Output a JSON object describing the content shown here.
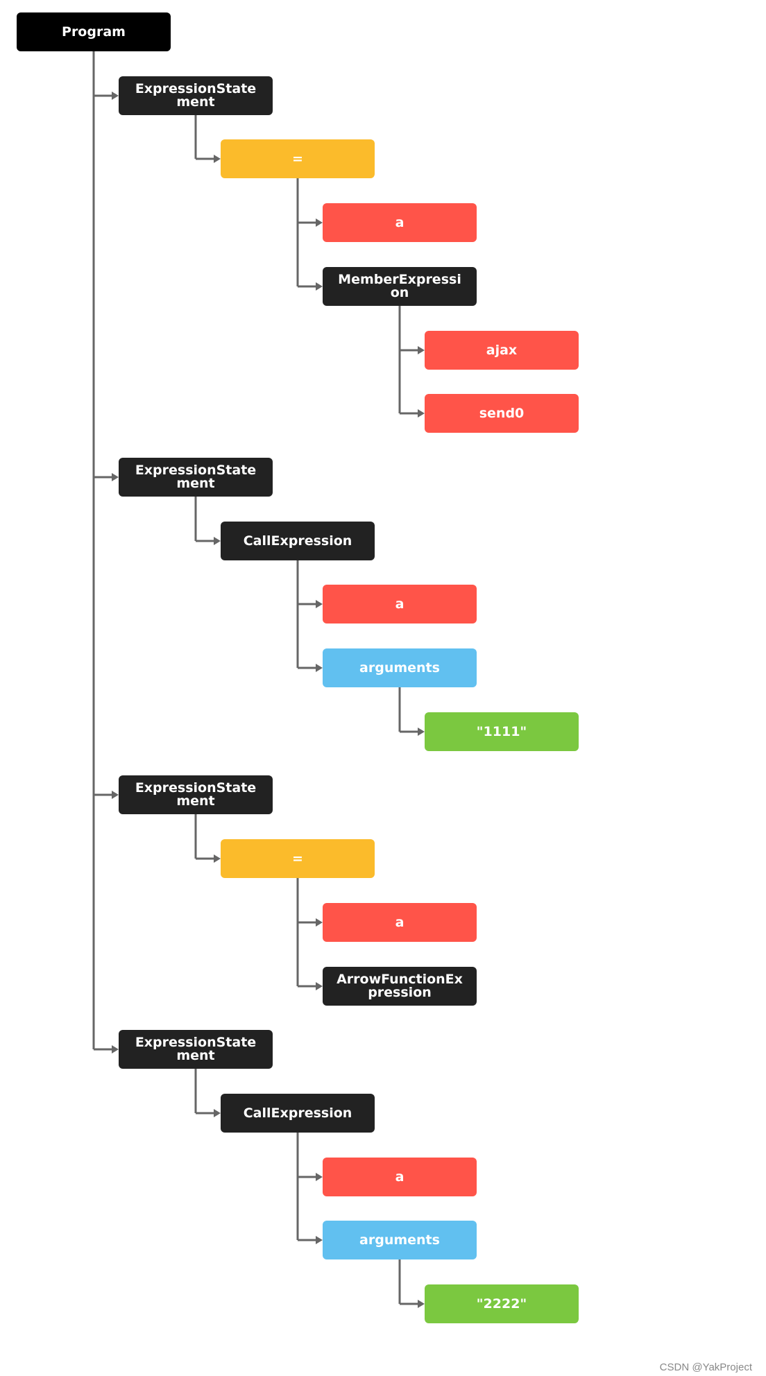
{
  "colors": {
    "root": "#000000",
    "dark": "#222222",
    "operator": "#fbbb2b",
    "identifier": "#ff5449",
    "arguments": "#61c0f0",
    "literal": "#7bc840",
    "connector": "#666666"
  },
  "tree": {
    "label": "Program",
    "kind": "root",
    "children": [
      {
        "label": "ExpressionStatement",
        "kind": "dark",
        "children": [
          {
            "label": "=",
            "kind": "operator",
            "children": [
              {
                "label": "a",
                "kind": "identifier"
              },
              {
                "label": "MemberExpression",
                "kind": "dark",
                "children": [
                  {
                    "label": "ajax",
                    "kind": "identifier"
                  },
                  {
                    "label": "send0",
                    "kind": "identifier"
                  }
                ]
              }
            ]
          }
        ]
      },
      {
        "label": "ExpressionStatement",
        "kind": "dark",
        "children": [
          {
            "label": "CallExpression",
            "kind": "dark",
            "children": [
              {
                "label": "a",
                "kind": "identifier"
              },
              {
                "label": "arguments",
                "kind": "arguments",
                "children": [
                  {
                    "label": "\"1111\"",
                    "kind": "literal"
                  }
                ]
              }
            ]
          }
        ]
      },
      {
        "label": "ExpressionStatement",
        "kind": "dark",
        "children": [
          {
            "label": "=",
            "kind": "operator",
            "children": [
              {
                "label": "a",
                "kind": "identifier"
              },
              {
                "label": "ArrowFunctionExpression",
                "kind": "dark"
              }
            ]
          }
        ]
      },
      {
        "label": "ExpressionStatement",
        "kind": "dark",
        "children": [
          {
            "label": "CallExpression",
            "kind": "dark",
            "children": [
              {
                "label": "a",
                "kind": "identifier"
              },
              {
                "label": "arguments",
                "kind": "arguments",
                "children": [
                  {
                    "label": "\"2222\"",
                    "kind": "literal"
                  }
                ]
              }
            ]
          }
        ]
      }
    ]
  },
  "watermark": "CSDN @YakProject"
}
